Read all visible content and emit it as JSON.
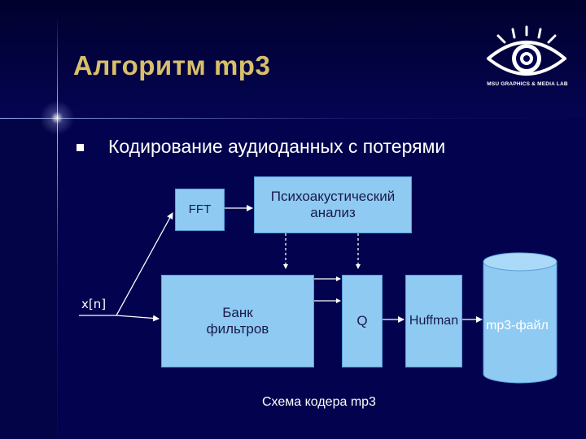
{
  "title": "Алгоритм mp3",
  "logo": {
    "caption": "MSU GRAPHICS & MEDIA LAB"
  },
  "bullet": {
    "text": "Кодирование аудиоданных с потерями"
  },
  "diagram": {
    "fft": "FFT",
    "psycho_line1": "Психоакустический",
    "psycho_line2": "анализ",
    "input": "x[n]",
    "filterbank_line1": "Банк",
    "filterbank_line2": "фильтров",
    "quantizer": "Q",
    "huffman": "Huffman",
    "output": "mp3-файл",
    "caption": "Схема кодера mp3"
  },
  "colors": {
    "background": "#02024f",
    "title": "#d8c06a",
    "box": "#8ecaf2",
    "text": "#ffffff"
  }
}
